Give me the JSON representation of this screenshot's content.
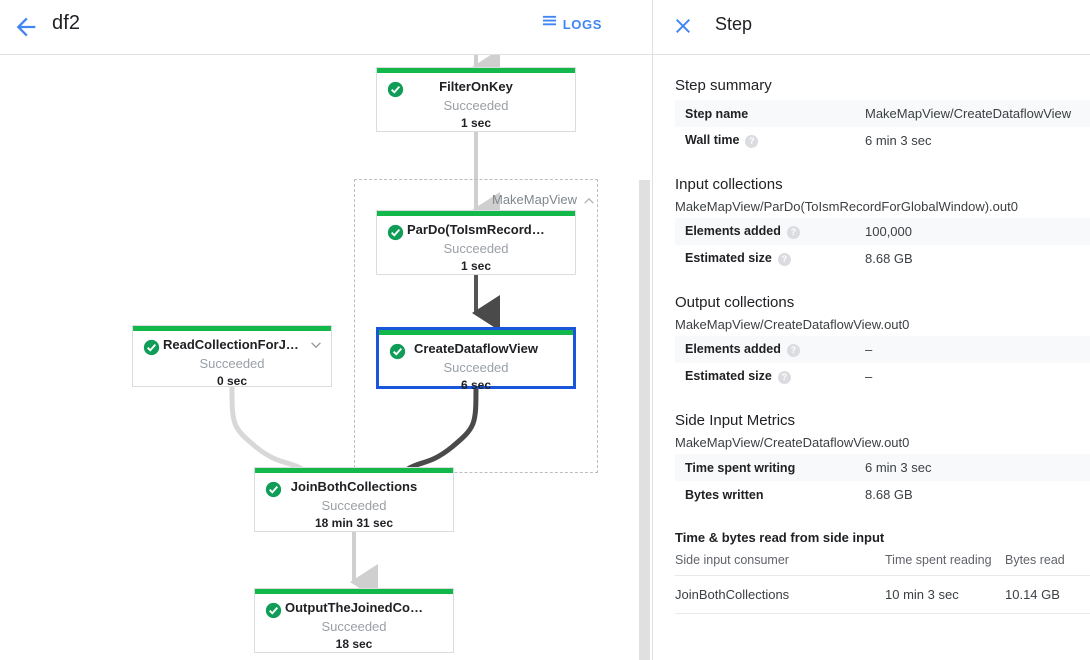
{
  "header": {
    "back_icon": "arrow-back-icon",
    "job_name": "df2",
    "logs_icon": "logs-list-icon",
    "logs_label": "LOGS"
  },
  "graph": {
    "group": {
      "label": "MakeMapView",
      "collapse_icon": "chevron-up-icon"
    },
    "nodes": [
      {
        "id": "filter-on-key",
        "name": "FilterOnKey",
        "status": "Succeeded",
        "duration": "1 sec",
        "status_icon": "check-circle-icon",
        "selected": false,
        "chevron": null
      },
      {
        "id": "pardo-toismrecordfor",
        "name": "ParDo(ToIsmRecordFor…",
        "status": "Succeeded",
        "duration": "1 sec",
        "status_icon": "check-circle-icon",
        "selected": false,
        "chevron": null
      },
      {
        "id": "read-collection-for-join",
        "name": "ReadCollectionForJoin",
        "status": "Succeeded",
        "duration": "0 sec",
        "status_icon": "check-circle-icon",
        "selected": false,
        "chevron": "chevron-down-icon"
      },
      {
        "id": "create-dataflow-view",
        "name": "CreateDataflowView",
        "status": "Succeeded",
        "duration": "6 sec",
        "status_icon": "check-circle-icon",
        "selected": true,
        "chevron": null
      },
      {
        "id": "join-both-collections",
        "name": "JoinBothCollections",
        "status": "Succeeded",
        "duration": "18 min 31 sec",
        "status_icon": "check-circle-icon",
        "selected": false,
        "chevron": null
      },
      {
        "id": "output-the-joined-collec",
        "name": "OutputTheJoinedCollec…",
        "status": "Succeeded",
        "duration": "18 sec",
        "status_icon": "check-circle-icon",
        "selected": false,
        "chevron": null
      }
    ]
  },
  "panel": {
    "close_icon": "close-icon",
    "title": "Step",
    "step_summary": {
      "heading": "Step summary",
      "rows": [
        {
          "key": "Step name",
          "value": "MakeMapView/CreateDataflowView",
          "help": false
        },
        {
          "key": "Wall time",
          "value": "6 min 3 sec",
          "help": true
        }
      ]
    },
    "input_collections": {
      "heading": "Input collections",
      "collection_name": "MakeMapView/ParDo(ToIsmRecordForGlobalWindow).out0",
      "rows": [
        {
          "key": "Elements added",
          "value": "100,000",
          "help": true
        },
        {
          "key": "Estimated size",
          "value": "8.68 GB",
          "help": true
        }
      ]
    },
    "output_collections": {
      "heading": "Output collections",
      "collection_name": "MakeMapView/CreateDataflowView.out0",
      "rows": [
        {
          "key": "Elements added",
          "value": "–",
          "help": true
        },
        {
          "key": "Estimated size",
          "value": "–",
          "help": true
        }
      ]
    },
    "side_input_metrics": {
      "heading": "Side Input Metrics",
      "collection_name": "MakeMapView/CreateDataflowView.out0",
      "rows": [
        {
          "key": "Time spent writing",
          "value": "6 min 3 sec",
          "help": false
        },
        {
          "key": "Bytes written",
          "value": "8.68 GB",
          "help": false
        }
      ]
    },
    "side_input_reads": {
      "heading": "Time & bytes read from side input",
      "columns": [
        "Side input consumer",
        "Time spent reading",
        "Bytes read"
      ],
      "rows": [
        [
          "JoinBothCollections",
          "10 min 3 sec",
          "10.14 GB"
        ]
      ]
    }
  },
  "colors": {
    "accent_blue": "#4285f4",
    "selected_border": "#1a56db",
    "success_green": "#12b84a",
    "status_grey": "#9aa0a6",
    "edge_light": "#d8d8d8",
    "edge_dark": "#4a4a4a"
  }
}
